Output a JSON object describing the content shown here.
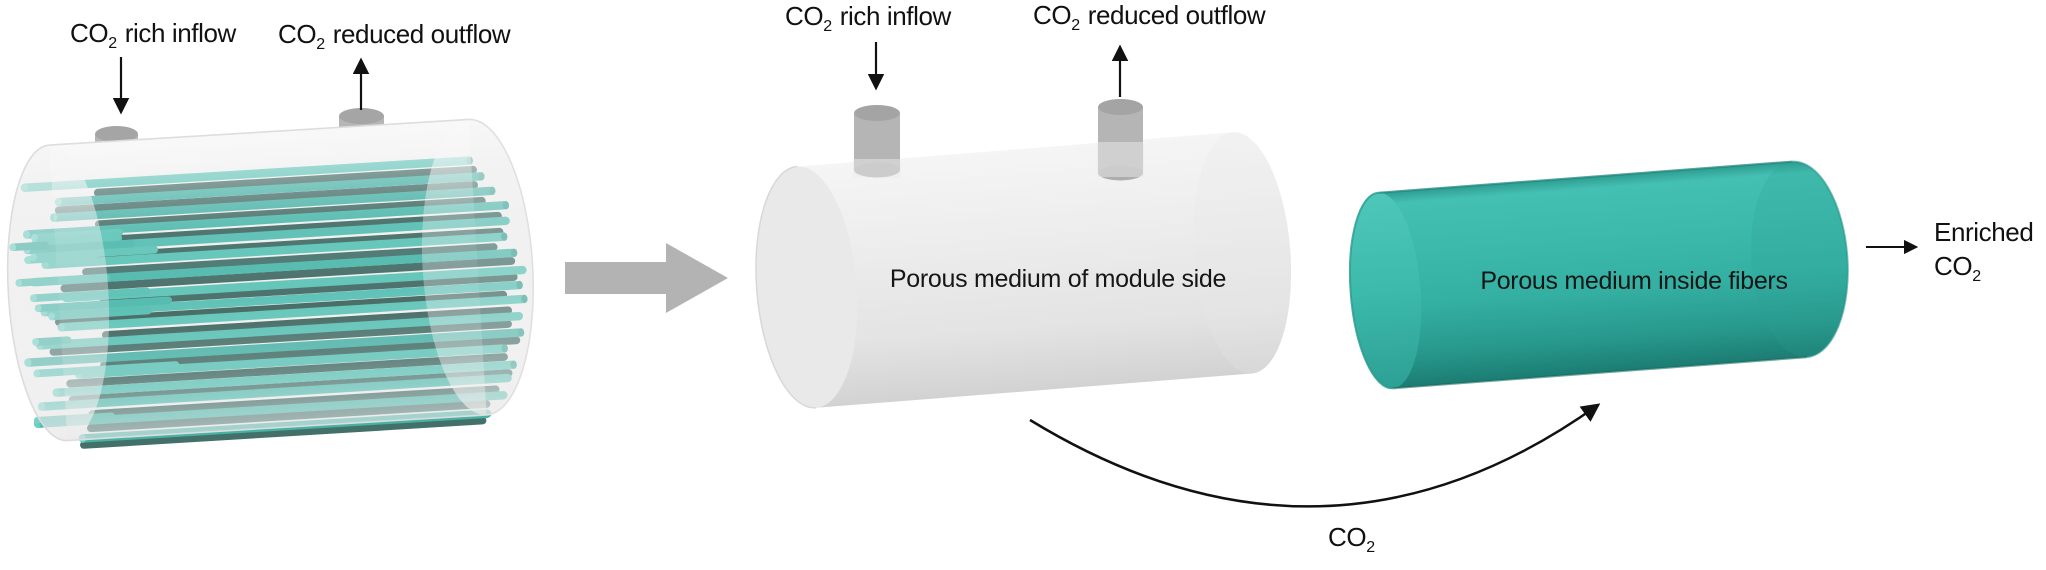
{
  "figure": {
    "colors": {
      "teal_body": "#37b4a7",
      "teal_fiber": "#52bcb0",
      "gray_body": "#ebebeb",
      "port_gray": "#b5b5b5",
      "arrow_gray": "#b3b3b3",
      "text_color": "#111111"
    }
  },
  "left_module": {
    "inflow_label": {
      "co": "CO",
      "sub": "2",
      "rest": "rich inflow"
    },
    "outflow_label": {
      "co": "CO",
      "sub": "2",
      "rest": "reduced outflow"
    }
  },
  "middle_module": {
    "inflow_label": {
      "co": "CO",
      "sub": "2",
      "rest": "rich inflow"
    },
    "outflow_label": {
      "co": "CO",
      "sub": "2",
      "rest": "reduced outflow"
    },
    "body_label": "Porous medium of module side"
  },
  "fiber_cylinder": {
    "body_label": "Porous medium inside fibers"
  },
  "co2_transfer": {
    "co": "CO",
    "sub": "2"
  },
  "enriched_outlet": {
    "line1": "Enriched",
    "co": "CO",
    "sub": "2"
  }
}
